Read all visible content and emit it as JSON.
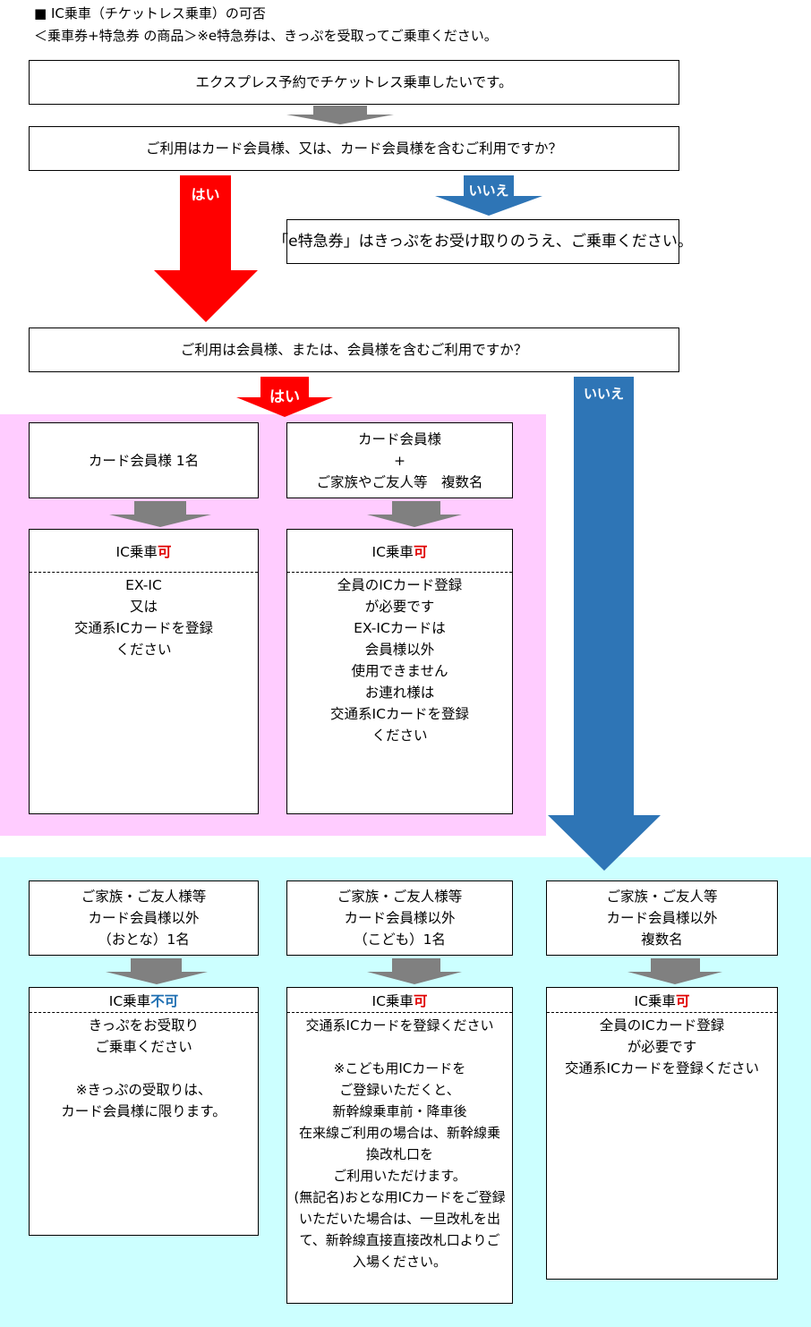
{
  "header": {
    "line1": "■ IC乗車（チケットレス乗車）の可否",
    "line2": "＜乗車券+特急券 の商品＞※e特急券は、きっぷを受取ってご乗車ください。"
  },
  "q1": "エクスプレス予約でチケットレス乗車したいです。",
  "q2": "ご利用はカード会員様、又は、カード会員様を含むご利用ですか？",
  "yes_label": "はい",
  "no_label": "いいえ",
  "no1_result": "「e特急券」はきっぷをお受け取りのうえ、ご乗車ください。",
  "q3": "ご利用は会員様、または、会員様を含むご利用ですか？",
  "ic_label": "IC乗車",
  "ok_mark": "可",
  "ng_mark": "不可",
  "member": {
    "single": {
      "lines": [
        "カード会員様 1名"
      ]
    },
    "multi": {
      "lines": [
        "カード会員様",
        "+",
        "ご家族やご友人等　複数名"
      ]
    },
    "single_result": [
      "EX-IC",
      "又は",
      "交通系ICカードを登録",
      "ください"
    ],
    "multi_result": [
      "全員のICカード登録",
      "が必要です",
      "EX-ICカードは",
      "会員様以外",
      "使用できません",
      "お連れ様は",
      "交通系ICカードを登録",
      "ください"
    ]
  },
  "nonmember": {
    "adult": {
      "lines": [
        "ご家族・ご友人様等",
        "カード会員様以外",
        "（おとな）1名"
      ]
    },
    "child": {
      "lines": [
        "ご家族・ご友人様等",
        "カード会員様以外",
        "（こども）1名"
      ]
    },
    "group": {
      "lines": [
        "ご家族・ご友人等",
        "カード会員様以外",
        "複数名"
      ]
    },
    "adult_result": [
      "きっぷをお受取り",
      "ご乗車ください",
      "",
      "※きっぷの受取りは、",
      "カード会員様に限ります。"
    ],
    "child_result": [
      "交通系ICカードを登録ください",
      "",
      "※こども用ICカードを",
      "ご登録いただくと、",
      "新幹線乗車前・降車後",
      "在来線ご利用の場合は、新幹線乗",
      "換改札口を",
      "ご利用いただけます。",
      "(無記名)おとな用ICカードをご登録",
      "いただいた場合は、一旦改札を出",
      "て、新幹線直接直接改札口よりご",
      "入場ください。"
    ],
    "group_result": [
      "全員のICカード登録",
      "が必要です",
      "交通系ICカードを登録ください"
    ]
  },
  "colors": {
    "pink_zone": "#ffccff",
    "cyan_zone": "#ccffff",
    "yes_arrow": "#ff0000",
    "no_arrow": "#2e75b6",
    "gray_arrow": "#808080"
  }
}
